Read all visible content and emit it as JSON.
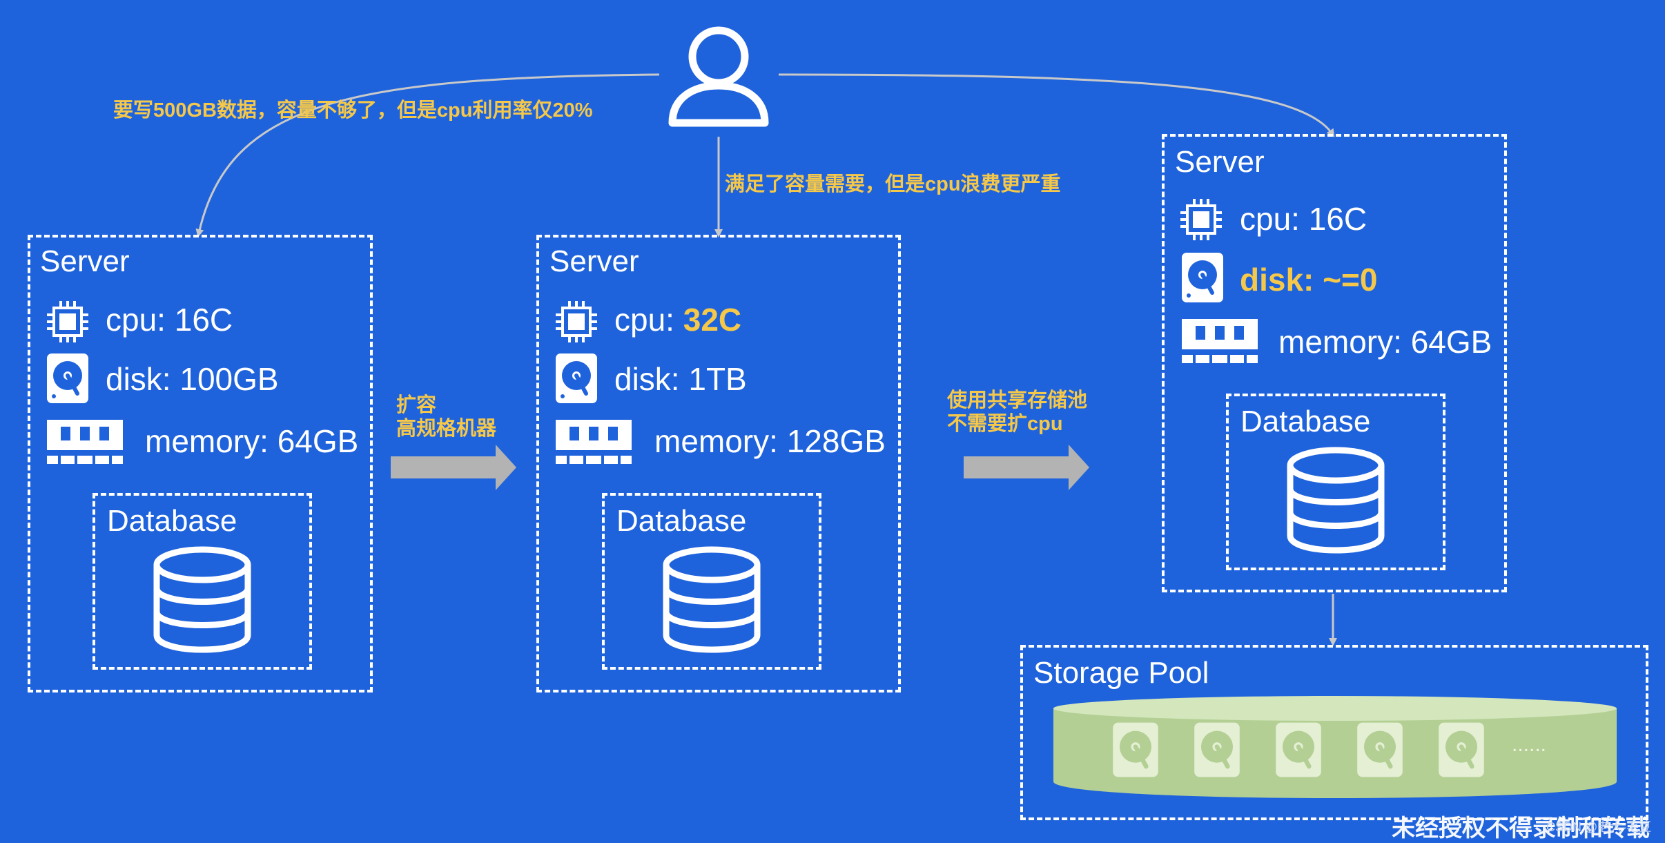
{
  "user": {
    "icon": "user-icon"
  },
  "annotations": {
    "left_note": "要写500GB数据，容量不够了，但是cpu利用率仅20%",
    "middle_note": "满足了容量需要，但是cpu浪费更严重",
    "arrow1_label_line1": "扩容",
    "arrow1_label_line2": "高规格机器",
    "arrow2_label_line1": "使用共享存储池",
    "arrow2_label_line2": "不需要扩cpu"
  },
  "servers": [
    {
      "title": "Server",
      "cpu_label": "cpu:",
      "cpu_value": "16C",
      "disk_label": "disk:",
      "disk_value": "100GB",
      "memory_label": "memory:",
      "memory_value": "64GB",
      "database_label": "Database"
    },
    {
      "title": "Server",
      "cpu_label": "cpu:",
      "cpu_value": "32C",
      "disk_label": "disk:",
      "disk_value": "1TB",
      "memory_label": "memory:",
      "memory_value": "128GB",
      "database_label": "Database"
    },
    {
      "title": "Server",
      "cpu_label": "cpu:",
      "cpu_value": "16C",
      "disk_label": "disk:",
      "disk_value": "~=0",
      "memory_label": "memory:",
      "memory_value": "64GB",
      "database_label": "Database"
    }
  ],
  "storage_pool": {
    "title": "Storage Pool",
    "ellipsis": "......"
  },
  "watermark": {
    "text": "未经授权不得录制和转载",
    "sub": "CSDN @老大-毛豆"
  },
  "colors": {
    "background": "#1f63dc",
    "highlight": "#f5c84a",
    "pool_fill": "#c5dca4",
    "arrow_gray": "#b3b3b3"
  }
}
